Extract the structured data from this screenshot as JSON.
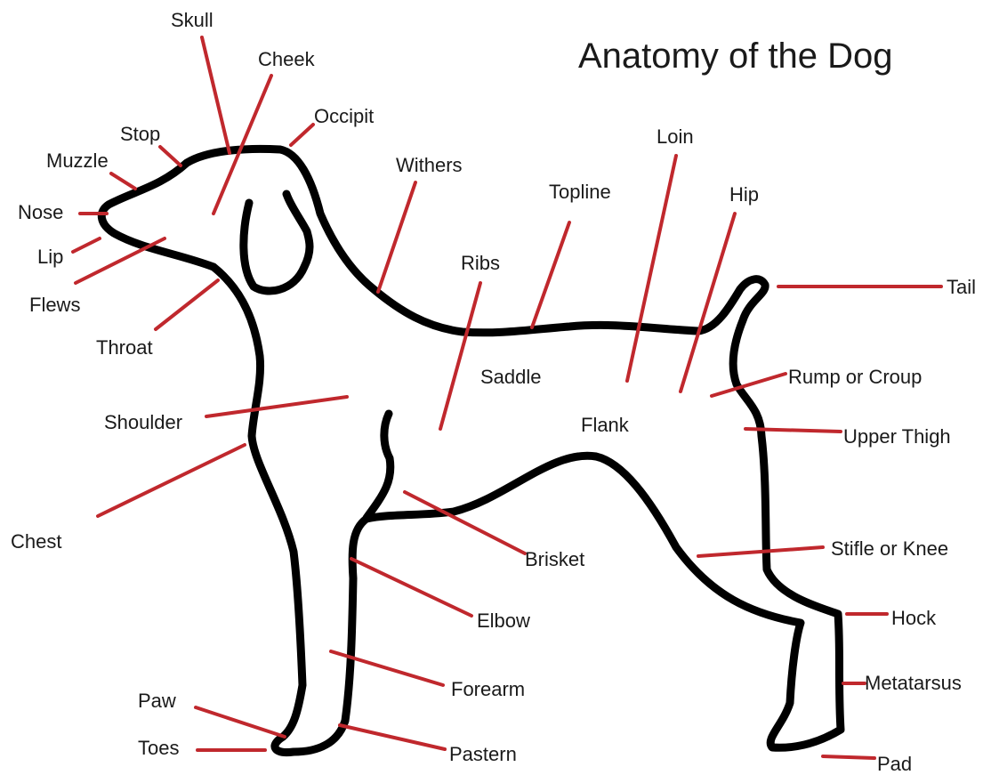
{
  "title": "Anatomy of the Dog",
  "colors": {
    "outline": "#000000",
    "leader": "#c0282d",
    "text": "#1a1a1a"
  },
  "labels": {
    "skull": "Skull",
    "cheek": "Cheek",
    "occipit": "Occipit",
    "stop": "Stop",
    "muzzle": "Muzzle",
    "nose": "Nose",
    "lip": "Lip",
    "flews": "Flews",
    "throat": "Throat",
    "withers": "Withers",
    "loin": "Loin",
    "topline": "Topline",
    "hip": "Hip",
    "ribs": "Ribs",
    "tail": "Tail",
    "saddle": "Saddle",
    "rump": "Rump or Croup",
    "flank": "Flank",
    "shoulder": "Shoulder",
    "upper_thigh": "Upper Thigh",
    "chest": "Chest",
    "brisket": "Brisket",
    "stifle": "Stifle or Knee",
    "elbow": "Elbow",
    "hock": "Hock",
    "forearm": "Forearm",
    "metatarsus": "Metatarsus",
    "paw": "Paw",
    "toes": "Toes",
    "pastern": "Pastern",
    "pad": "Pad"
  }
}
